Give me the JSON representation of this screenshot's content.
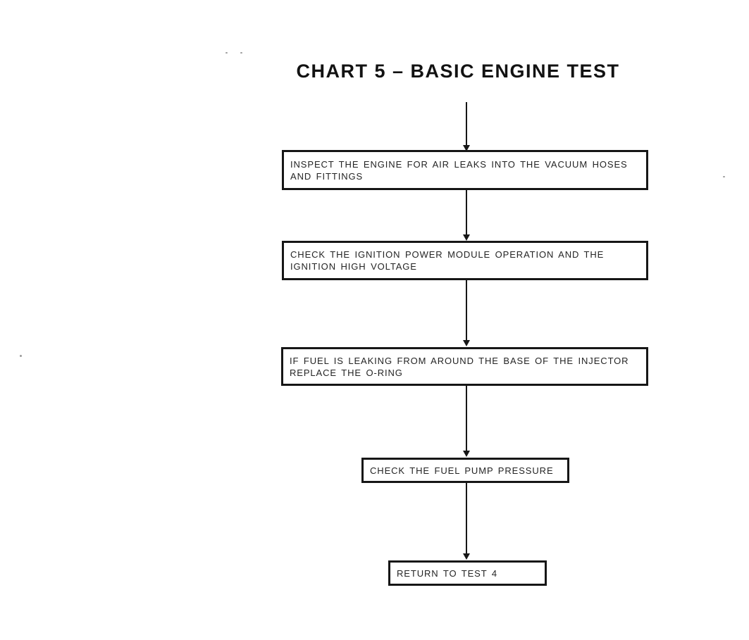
{
  "page": {
    "kind": "scanned flowchart page",
    "background_color": "#ffffff",
    "ink_color": "#161616"
  },
  "title": "CHART 5  –  BASIC ENGINE TEST",
  "flowchart": {
    "nodes": [
      {
        "id": "step-1",
        "text": "INSPECT THE ENGINE FOR AIR LEAKS INTO THE VACUUM HOSES AND FITTINGS"
      },
      {
        "id": "step-2",
        "text": "CHECK THE IGNITION POWER MODULE OPERATION AND THE IGNITION HIGH VOLTAGE"
      },
      {
        "id": "step-3",
        "text": "IF FUEL IS LEAKING FROM AROUND THE BASE OF THE INJECTOR REPLACE THE O-RING"
      },
      {
        "id": "step-4",
        "text": "CHECK THE FUEL PUMP PRESSURE"
      },
      {
        "id": "step-5",
        "text": "RETURN TO TEST 4"
      }
    ],
    "connections": [
      {
        "from": "title",
        "to": "step-1",
        "type": "arrow-down"
      },
      {
        "from": "step-1",
        "to": "step-2",
        "type": "arrow-down"
      },
      {
        "from": "step-2",
        "to": "step-3",
        "type": "arrow-down"
      },
      {
        "from": "step-3",
        "to": "step-4",
        "type": "arrow-down"
      },
      {
        "from": "step-4",
        "to": "step-5",
        "type": "arrow-down"
      }
    ]
  }
}
